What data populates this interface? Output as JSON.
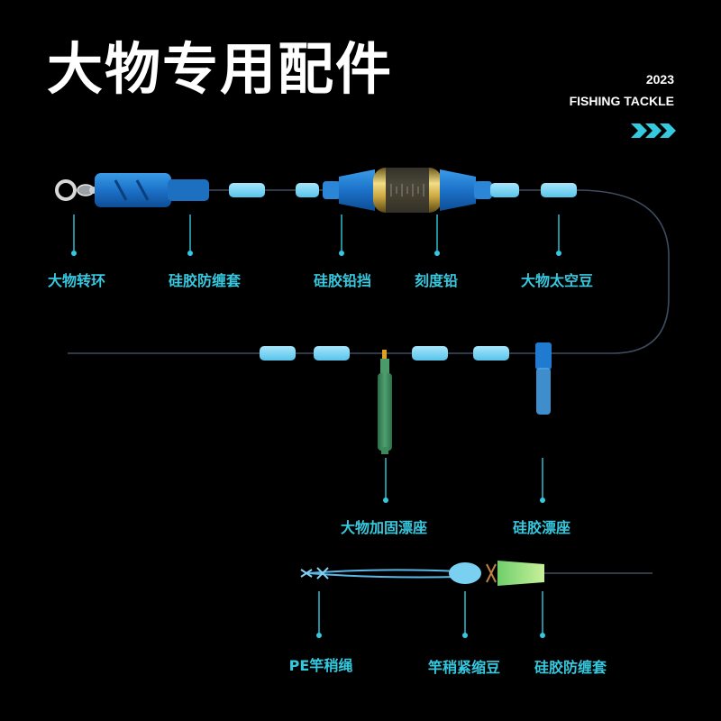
{
  "header": {
    "title": "大物专用配件",
    "year": "2023",
    "brand": "FISHING TACKLE"
  },
  "colors": {
    "accent": "#35c9e0",
    "background": "#000000",
    "bead": "#7fd6f2",
    "blue_part": "#1e78d0",
    "green_part": "#3a8a5a"
  },
  "labels": {
    "swivel": "大物转环",
    "sleeve1": "硅胶防缠套",
    "stopper": "硅胶铅挡",
    "weight": "刻度铅",
    "space_beans": "大物太空豆",
    "reinforced_seat": "大物加固漂座",
    "silicone_seat": "硅胶漂座",
    "pe_rope": "PE竿稍绳",
    "tight_bean": "竿稍紧缩豆",
    "sleeve2": "硅胶防缠套"
  }
}
